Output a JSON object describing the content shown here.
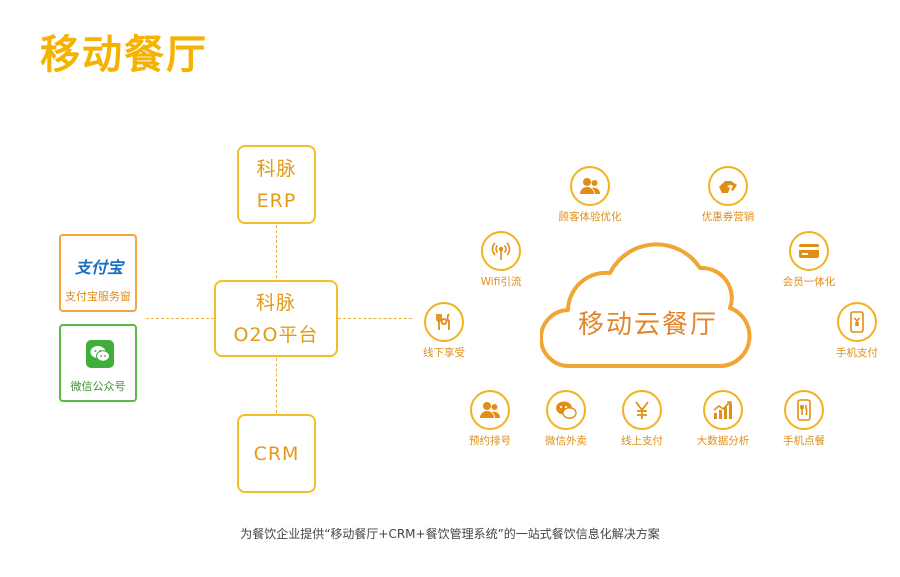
{
  "title": "移动餐厅",
  "erp": {
    "line1": "科脉",
    "line2": "ERP"
  },
  "o2o": {
    "line1": "科脉",
    "line2": "O2O平台"
  },
  "crm": {
    "line1": "CRM"
  },
  "alipay": {
    "logo_text": "支付宝",
    "label": "支付宝服务窗"
  },
  "wechat": {
    "label": "微信公众号"
  },
  "cloud": {
    "label": "移动云餐厅"
  },
  "features": {
    "offline": {
      "label": "线下享受",
      "icon": "food-icon"
    },
    "wifi": {
      "label": "Wifi引流",
      "icon": "wifi-icon"
    },
    "customer": {
      "label": "顾客体验优化",
      "icon": "people-icon"
    },
    "coupon": {
      "label": "优惠券营销",
      "icon": "coupon-icon"
    },
    "member": {
      "label": "会员一体化",
      "icon": "card-icon"
    },
    "mobile_pay": {
      "label": "手机支付",
      "icon": "phone-yen-icon"
    },
    "reserve": {
      "label": "预约排号",
      "icon": "people-icon"
    },
    "takeout": {
      "label": "微信外卖",
      "icon": "wechat-icon"
    },
    "online_pay": {
      "label": "线上支付",
      "icon": "yen-icon"
    },
    "bigdata": {
      "label": "大数据分析",
      "icon": "chart-icon"
    },
    "mobile_order": {
      "label": "手机点餐",
      "icon": "phone-utensils-icon"
    }
  },
  "caption": "为餐饮企业提供“移动餐厅+CRM+餐饮管理系统”的一站式餐饮信息化解决方案",
  "colors": {
    "accent": "#f5b300",
    "text_orange": "#e08e15",
    "alipay": "#f2a540",
    "wechat": "#3fae3b"
  }
}
